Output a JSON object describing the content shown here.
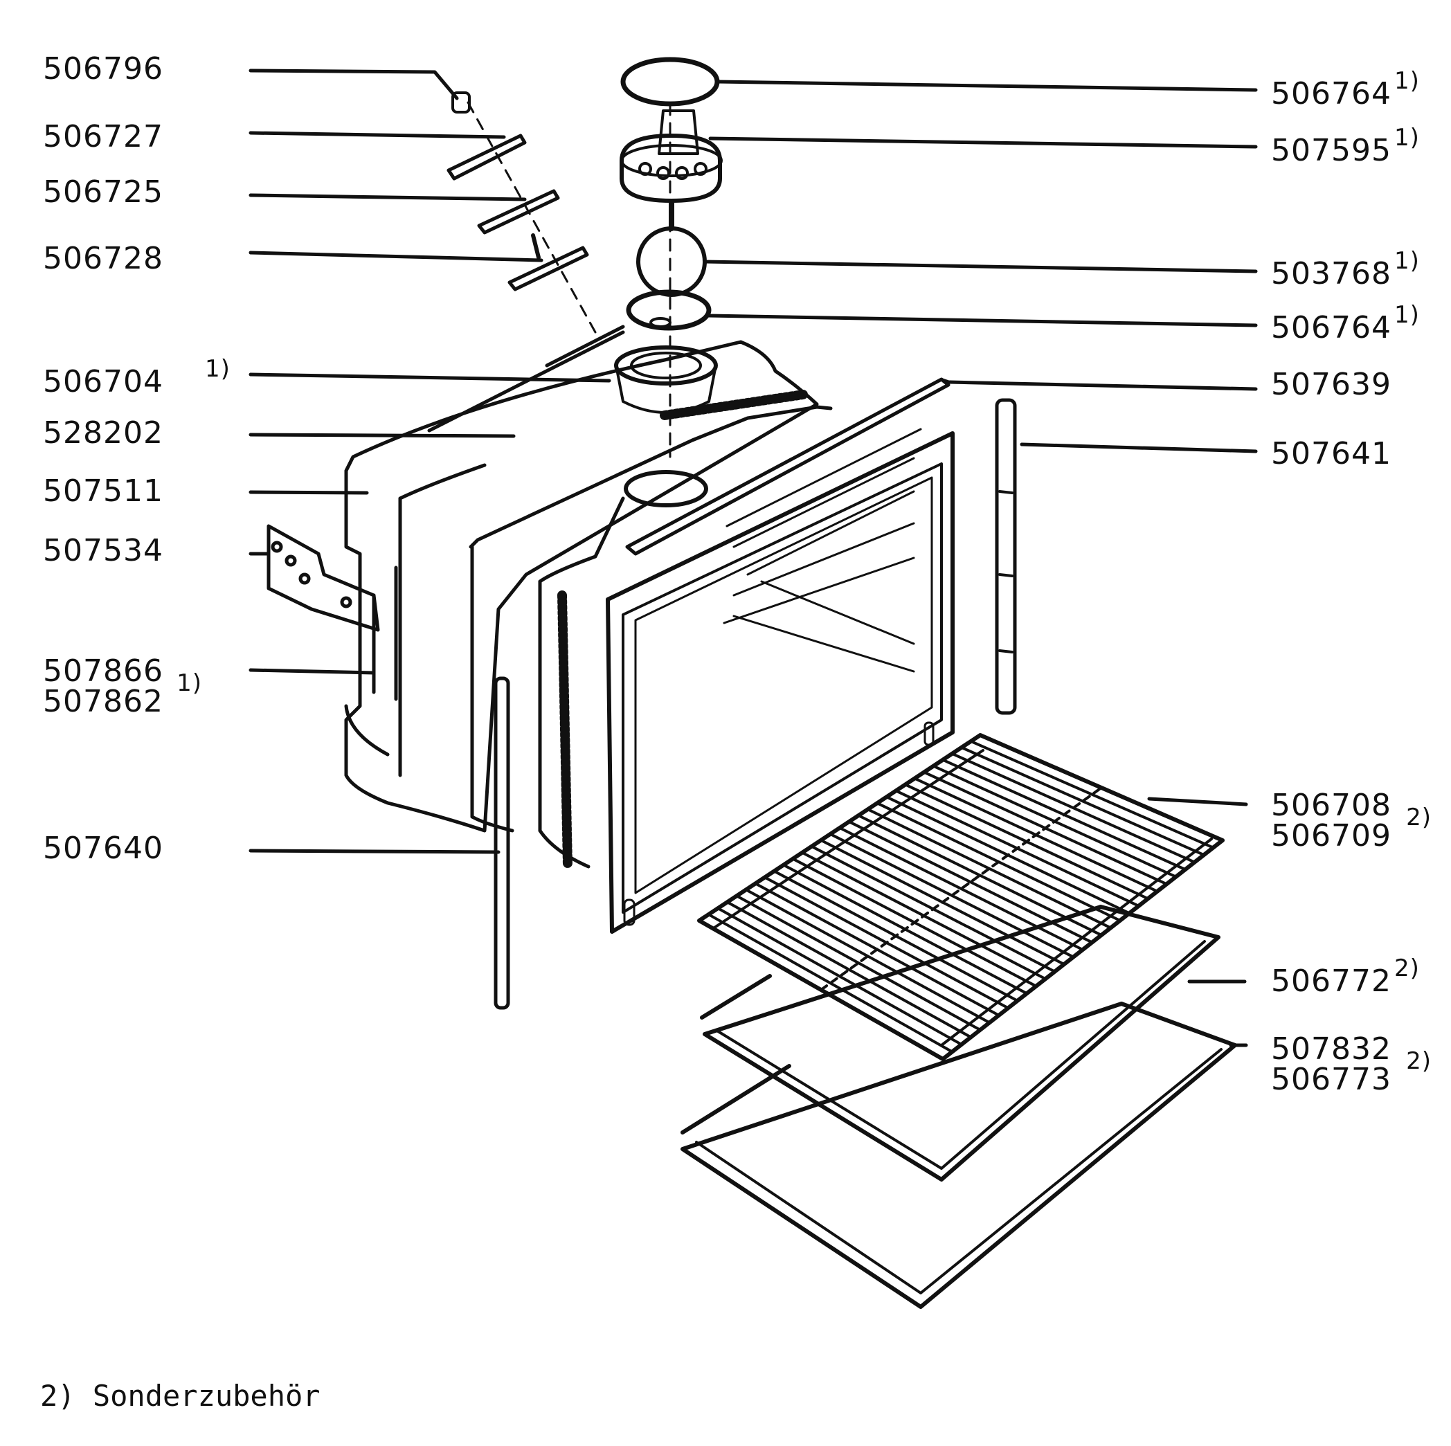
{
  "labels_left": [
    {
      "id": "506796",
      "part": "506796",
      "footnote": ""
    },
    {
      "id": "506727",
      "part": "506727",
      "footnote": ""
    },
    {
      "id": "506725",
      "part": "506725",
      "footnote": ""
    },
    {
      "id": "506728",
      "part": "506728",
      "footnote": ""
    },
    {
      "id": "506704",
      "part": "506704",
      "footnote": "1)"
    },
    {
      "id": "528202",
      "part": "528202",
      "footnote": ""
    },
    {
      "id": "507511",
      "part": "507511",
      "footnote": ""
    },
    {
      "id": "507534",
      "part": "507534",
      "footnote": ""
    },
    {
      "id": "507866",
      "part": "507866",
      "part2": "507862",
      "footnote": "1)"
    },
    {
      "id": "507640",
      "part": "507640",
      "footnote": ""
    }
  ],
  "labels_right": [
    {
      "id": "506764a",
      "part": "506764",
      "footnote": "1)"
    },
    {
      "id": "507595",
      "part": "507595",
      "footnote": "1)"
    },
    {
      "id": "503768",
      "part": "503768",
      "footnote": "1)"
    },
    {
      "id": "506764b",
      "part": "506764",
      "footnote": "1)"
    },
    {
      "id": "507639",
      "part": "507639",
      "footnote": ""
    },
    {
      "id": "507641",
      "part": "507641",
      "footnote": ""
    },
    {
      "id": "506708",
      "part": "506708",
      "part2": "506709",
      "footnote": "2)"
    },
    {
      "id": "506772",
      "part": "506772",
      "footnote": "2)"
    },
    {
      "id": "507832",
      "part": "507832",
      "part2": "506773",
      "footnote": "2)"
    }
  ],
  "footnote_note": "2) Sonderzubehör"
}
